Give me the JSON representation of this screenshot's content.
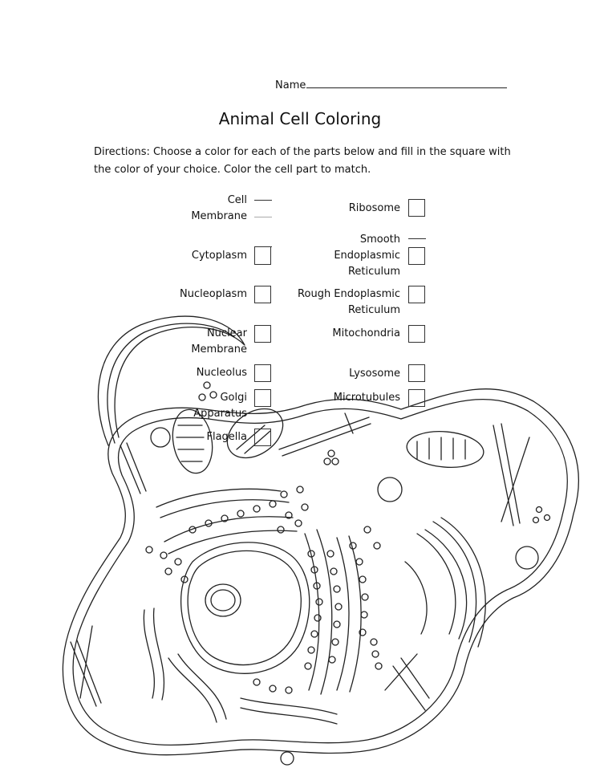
{
  "worksheet": {
    "name_label": "Name",
    "title": "Animal Cell Coloring",
    "directions": "Directions: Choose a color for each of the parts below and fill in the square with the color of your choice. Color the cell part to match."
  },
  "legend": {
    "left": [
      {
        "line1": "Cell",
        "line2": "Membrane"
      },
      {
        "line1": "Cytoplasm"
      },
      {
        "line1": "Nucleoplasm"
      },
      {
        "line1": "Nuclear",
        "line2": "Membrane"
      },
      {
        "line1": "Nucleolus"
      },
      {
        "line1": "Golgi",
        "line2": "Apparatus"
      },
      {
        "line1": "Flagella"
      }
    ],
    "right": [
      {
        "line1": "Ribosome"
      },
      {
        "line1": "Smooth",
        "line2": "Endoplasmic",
        "line3": "Reticulum"
      },
      {
        "line1": "Rough Endoplasmic",
        "line2": "Reticulum"
      },
      {
        "line1": "Mitochondria"
      },
      {
        "line1": "Lysosome"
      },
      {
        "line1": "Microtubules"
      }
    ]
  }
}
